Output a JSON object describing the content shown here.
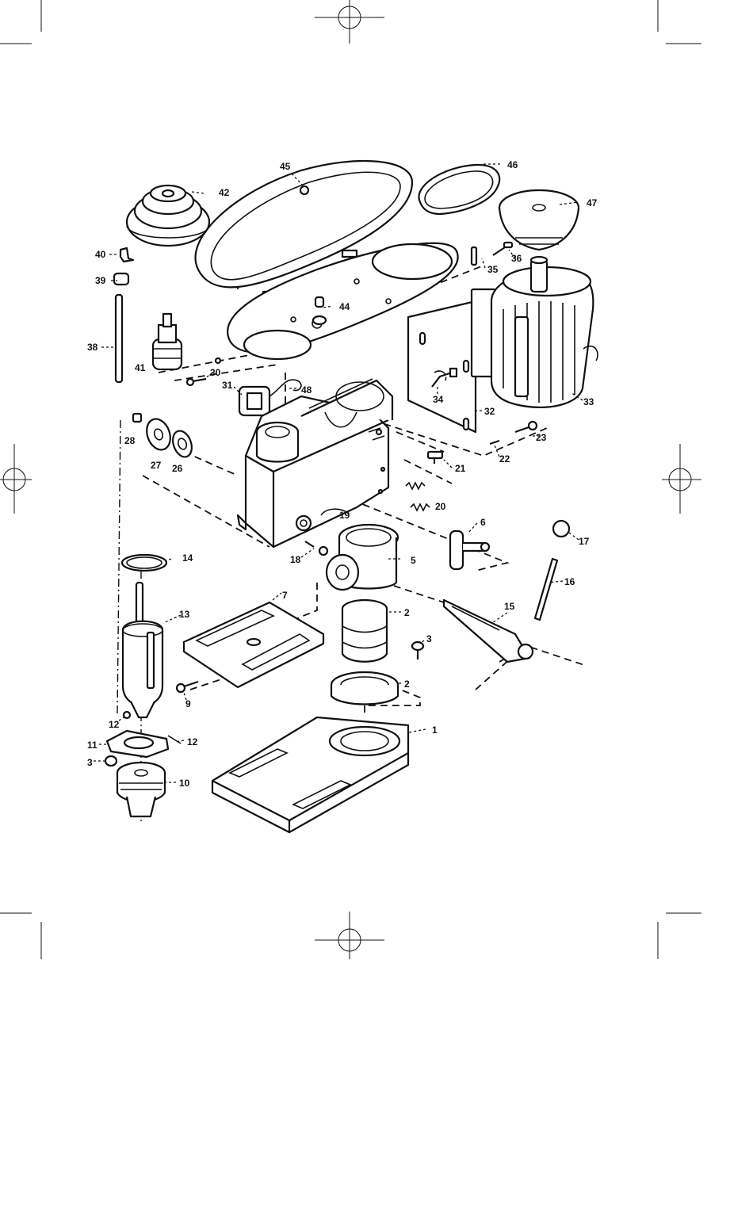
{
  "labels": {
    "p1": "1",
    "p2a": "2",
    "p2b": "2",
    "p3a": "3",
    "p3b": "3",
    "p5": "5",
    "p6": "6",
    "p7": "7",
    "p9": "9",
    "p10": "10",
    "p11": "11",
    "p12a": "12",
    "p12b": "12",
    "p13": "13",
    "p14": "14",
    "p15": "15",
    "p16": "16",
    "p17": "17",
    "p18": "18",
    "p19": "19",
    "p20": "20",
    "p21": "21",
    "p22": "22",
    "p23": "23",
    "p26": "26",
    "p27": "27",
    "p28": "28",
    "p30": "30",
    "p31": "31",
    "p32": "32",
    "p33": "33",
    "p34": "34",
    "p35": "35",
    "p36": "36",
    "p38": "38",
    "p39": "39",
    "p40": "40",
    "p41": "41",
    "p42": "42",
    "p44": "44",
    "p45": "45",
    "p46": "46",
    "p47": "47",
    "p48": "48"
  }
}
